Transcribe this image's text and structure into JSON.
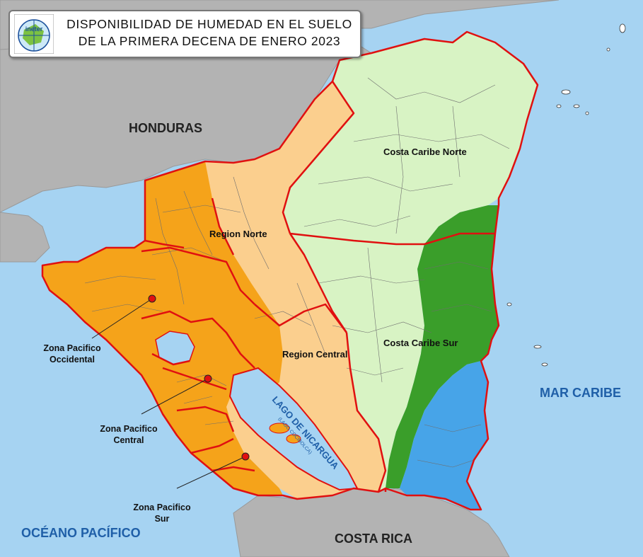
{
  "title": {
    "line1": "DISPONIBILIDAD DE HUMEDAD EN EL SUELO",
    "line2": "DE LA PRIMERA DECENA  DE ENERO 2023",
    "logo_text": "ineter"
  },
  "countries": {
    "honduras": "HONDURAS",
    "costa_rica": "COSTA RICA"
  },
  "seas": {
    "caribe": "MAR CARIBE",
    "pacifico": "OCÉANO PACÍFICO"
  },
  "regions": {
    "norte": "Region Norte",
    "central": "Region Central",
    "caribe_norte": "Costa Caribe Norte",
    "caribe_sur": "Costa Caribe Sur"
  },
  "zones": {
    "occidental": [
      "Zona Pacifico",
      "Occidental"
    ],
    "central": [
      "Zona Pacifico",
      "Central"
    ],
    "sur": [
      "Zona Pacifico",
      "Sur"
    ]
  },
  "lake": {
    "name": "LAGO DE NICARGUA",
    "alt": "(LAGO COCIBOLCA)"
  },
  "colors": {
    "sea": "#a6d3f2",
    "neighbor_land": "#b3b3b3",
    "orange": "#f5a31a",
    "light_orange": "#fbcf8e",
    "light_green": "#d8f3c4",
    "green": "#3a9e2a",
    "blue": "#47a4e8",
    "boundary": "#e01010"
  }
}
